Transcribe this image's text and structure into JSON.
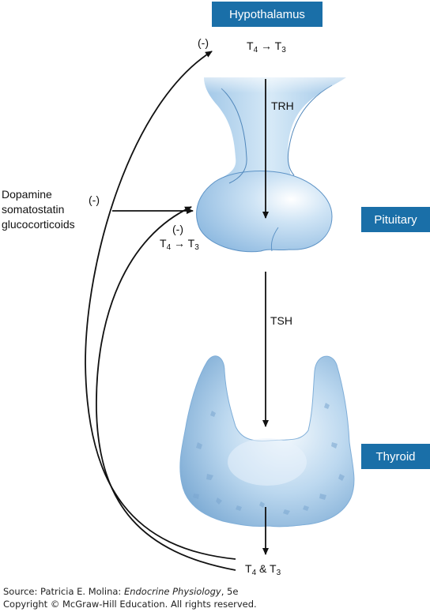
{
  "labels": {
    "hypothalamus": "Hypothalamus",
    "pituitary": "Pituitary",
    "thyroid": "Thyroid"
  },
  "hormones": {
    "trh": "TRH",
    "tsh": "TSH"
  },
  "conversions": {
    "t_letter": "T",
    "sub4": "4",
    "sub3": "3",
    "arrow": "→",
    "amp": "&"
  },
  "inhibitors": {
    "sign": "(-)",
    "line1": "Dopamine",
    "line2": "somatostatin",
    "line3": "glucocorticoids"
  },
  "source": {
    "prefix": "Source: Patricia E. Molina: ",
    "book": "Endocrine Physiology",
    "suffix": ", 5e",
    "copyright": "Copyright © McGraw-Hill Education. All rights reserved."
  },
  "colors": {
    "label_bg": "#1a6fa8",
    "gland_light": "#e6f2fb",
    "gland_mid": "#a9cdea",
    "gland_dark": "#6c9fcc"
  }
}
